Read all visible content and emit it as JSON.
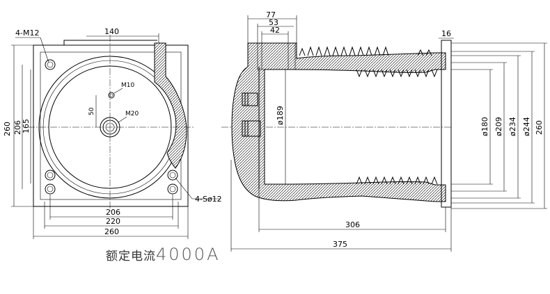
{
  "front_view": {
    "hole_top_label": "4-M12",
    "hole_bottom_label": "4-Sø12",
    "dim_top": "140",
    "dim_m10": "M10",
    "dim_50": "50",
    "dim_m20": "M20",
    "dim_left_260": "260",
    "dim_left_206": "206",
    "dim_left_165": "165",
    "dim_bottom_206": "206",
    "dim_bottom_220": "220",
    "dim_bottom_260": "260"
  },
  "side_view": {
    "dim_77": "77",
    "dim_53": "53",
    "dim_42": "42",
    "dim_16": "16",
    "dim_d189": "ø189",
    "dim_d180": "ø180",
    "dim_d209": "ø209",
    "dim_d234": "ø234",
    "dim_d244": "ø244",
    "dim_260": "260",
    "dim_306": "306",
    "dim_375": "375"
  },
  "caption": {
    "text": "额定电流",
    "rating": "4000A"
  }
}
